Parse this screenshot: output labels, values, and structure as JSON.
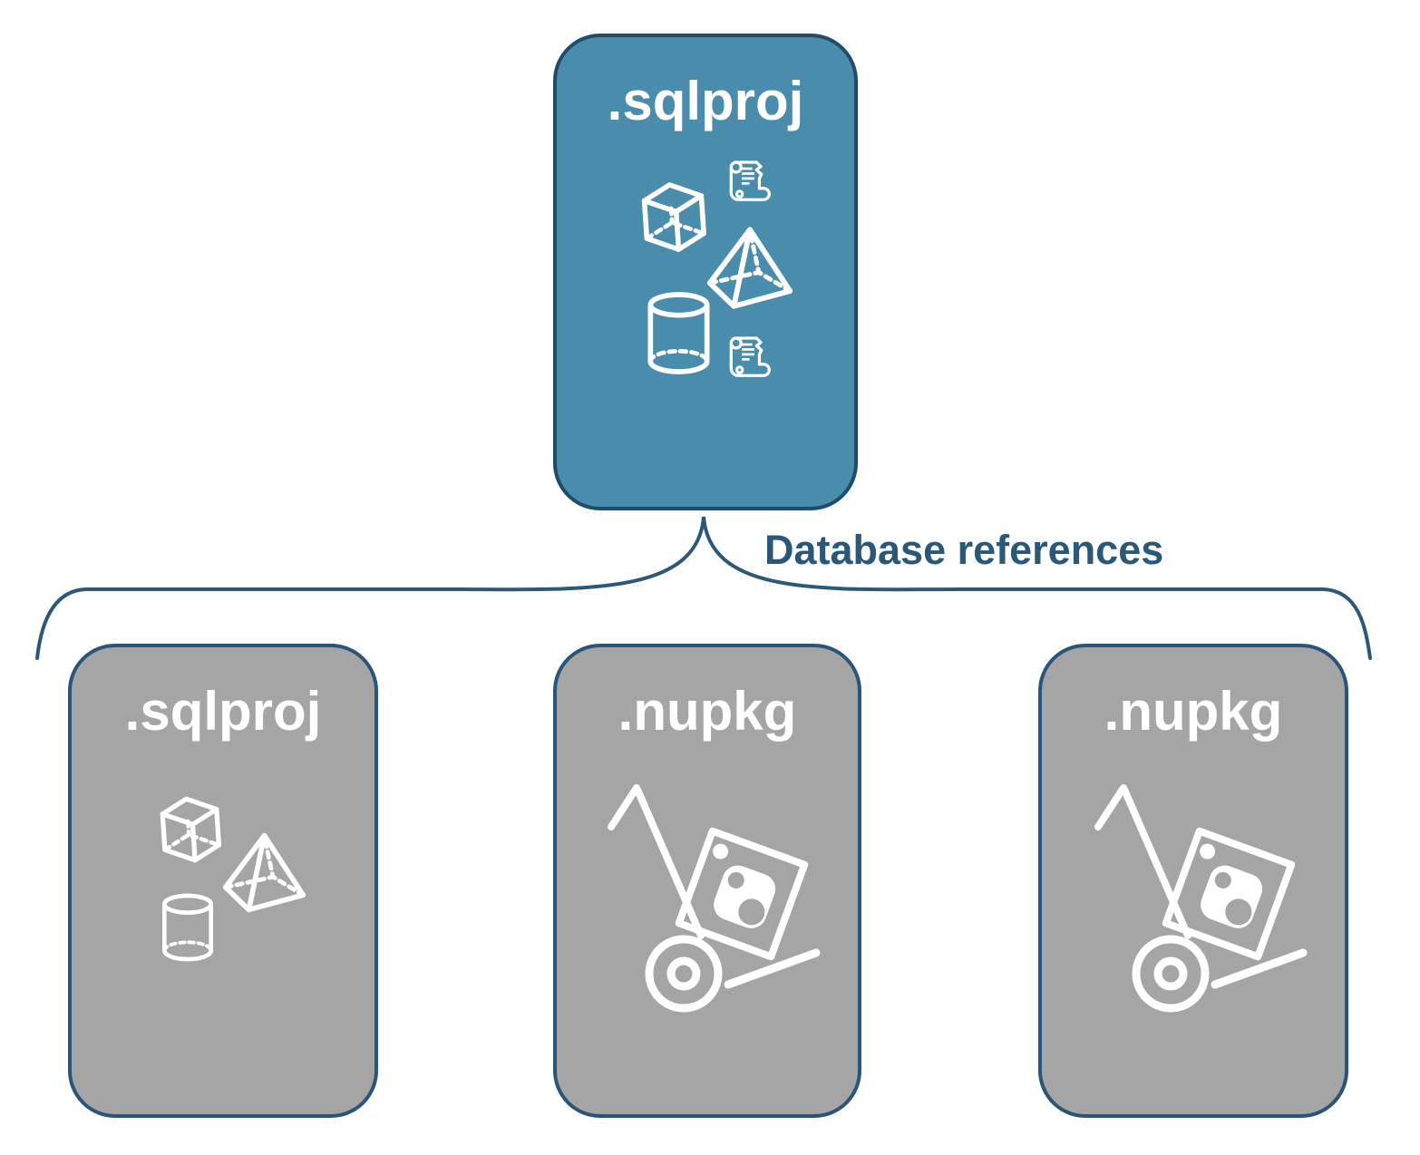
{
  "diagram": {
    "root": {
      "label": ".sqlproj",
      "type": "sql-project-node",
      "icons": [
        "script-icon",
        "cube-icon",
        "pyramid-icon",
        "cylinder-icon",
        "script-icon"
      ]
    },
    "edge_label": "Database references",
    "children": [
      {
        "label": ".sqlproj",
        "type": "sql-project-node",
        "icons": [
          "cube-icon",
          "pyramid-icon",
          "cylinder-icon"
        ]
      },
      {
        "label": ".nupkg",
        "type": "nuget-package-node",
        "icons": [
          "hand-truck-icon",
          "nuget-package-icon"
        ]
      },
      {
        "label": ".nupkg",
        "type": "nuget-package-node",
        "icons": [
          "hand-truck-icon",
          "nuget-package-icon"
        ]
      }
    ]
  },
  "colors": {
    "accent_blue": "#4a8cab",
    "node_gray": "#a5a5a5",
    "border_blue": "#1e4c69",
    "border_gray": "#2a5478",
    "line_navy": "#2b5878",
    "icon_white": "#ffffff",
    "canvas_bg": "#ffffff"
  }
}
